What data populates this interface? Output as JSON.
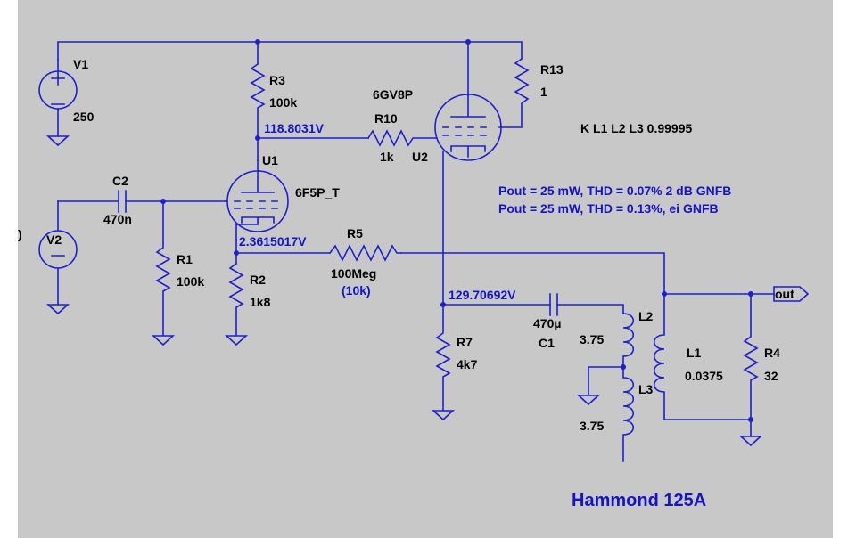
{
  "colors": {
    "background": "#c8c8c8",
    "wire": "#1f1fd0",
    "text": "#000000",
    "annotation": "#1414cc"
  },
  "components": {
    "v1": {
      "name": "V1",
      "value": "250"
    },
    "v2": {
      "name": "V2",
      "partial": ")"
    },
    "r3": {
      "name": "R3",
      "value": "100k"
    },
    "r13": {
      "name": "R13",
      "value": "1"
    },
    "r10": {
      "name": "R10",
      "value": "1k"
    },
    "u1": {
      "name": "U1",
      "model": "6F5P_T"
    },
    "u2": {
      "name": "U2",
      "model": "6GV8P"
    },
    "c2": {
      "name": "C2",
      "value": "470n"
    },
    "r1": {
      "name": "R1",
      "value": "100k"
    },
    "r2": {
      "name": "R2",
      "value": "1k8"
    },
    "r5": {
      "name": "R5",
      "value": "100Meg",
      "alt": "(10k)"
    },
    "r7": {
      "name": "R7",
      "value": "4k7"
    },
    "c1": {
      "name": "C1",
      "value": "470µ"
    },
    "l1": {
      "name": "L1",
      "value": "0.0375"
    },
    "l2": {
      "name": "L2",
      "value": "3.75"
    },
    "l3": {
      "name": "L3",
      "value": "3.75"
    },
    "r4": {
      "name": "R4",
      "value": "32"
    }
  },
  "voltages": {
    "u1_plate": "118.8031V",
    "u1_cathode": "2.3615017V",
    "u2_cathode": "129.70692V"
  },
  "directive": "K L1 L2 L3 0.99995",
  "notes": [
    "Pout = 25 mW, THD = 0.07% 2 dB GNFB",
    "Pout = 25 mW, THD = 0.13%, ei GNFB"
  ],
  "output_label": "out",
  "transformer_title": "Hammond 125A"
}
